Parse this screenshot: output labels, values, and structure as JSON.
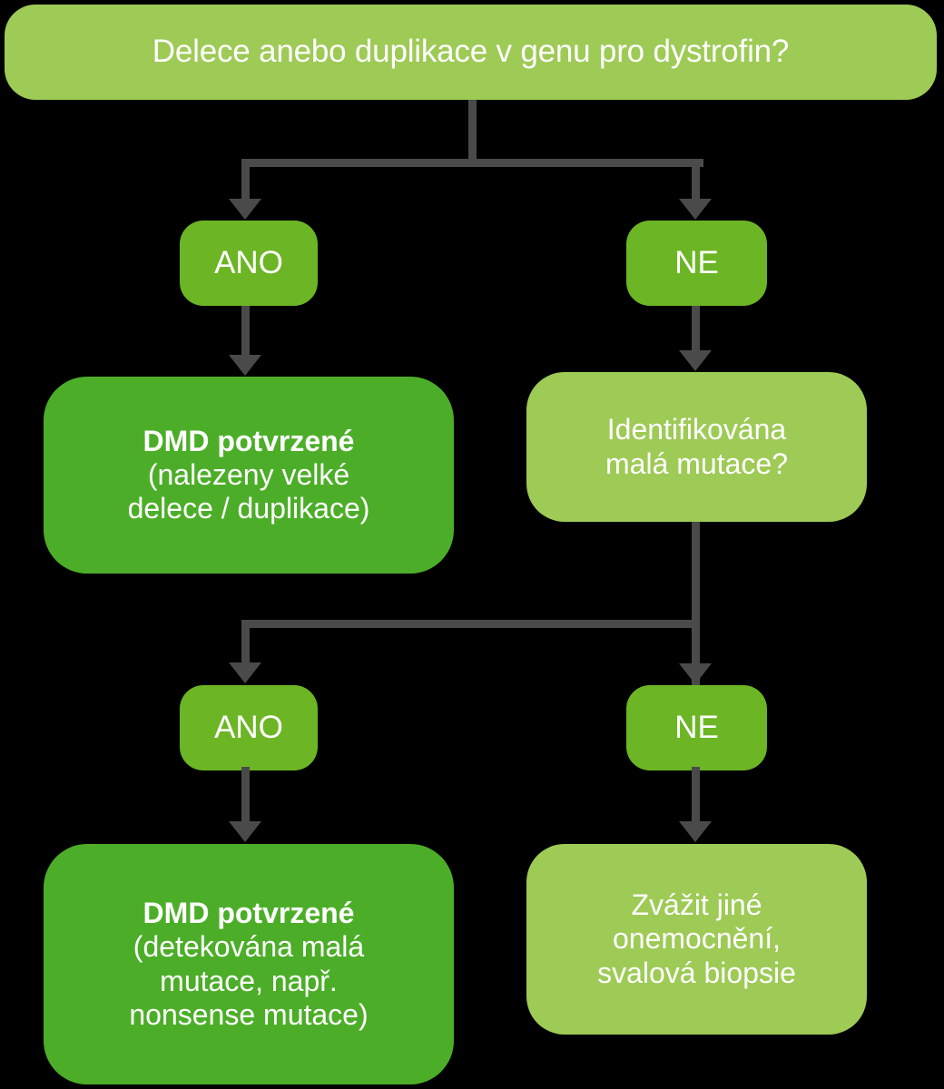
{
  "diagram": {
    "title": "Delece anebo duplikace v genu pro dystrofin?",
    "colors": {
      "light_green": "#9ECA56",
      "mid_green": "#6CB524",
      "dark_green": "#4CAE28",
      "connector": "#4A4A4A",
      "background": "#000000",
      "text": "#FFFFFF"
    },
    "nodes": {
      "root_question": {
        "label": "Delece anebo duplikace v genu pro dystrofin?"
      },
      "yes_1": {
        "label": "ANO"
      },
      "no_1": {
        "label": "NE"
      },
      "dmd_confirmed_large": {
        "title": "DMD potvrzené",
        "body": "(nalezeny velké\ndelece / duplikace)"
      },
      "small_mutation_question": {
        "label": "Identifikována\nmalá mutace?"
      },
      "yes_2": {
        "label": "ANO"
      },
      "no_2": {
        "label": "NE"
      },
      "dmd_confirmed_small": {
        "title": "DMD potvrzené",
        "body": "(detekována malá\nmutace, např.\nnonsense mutace)"
      },
      "other_disease": {
        "label": "Zvážit jiné\nonemocnění,\nsvalová biopsie"
      }
    }
  }
}
